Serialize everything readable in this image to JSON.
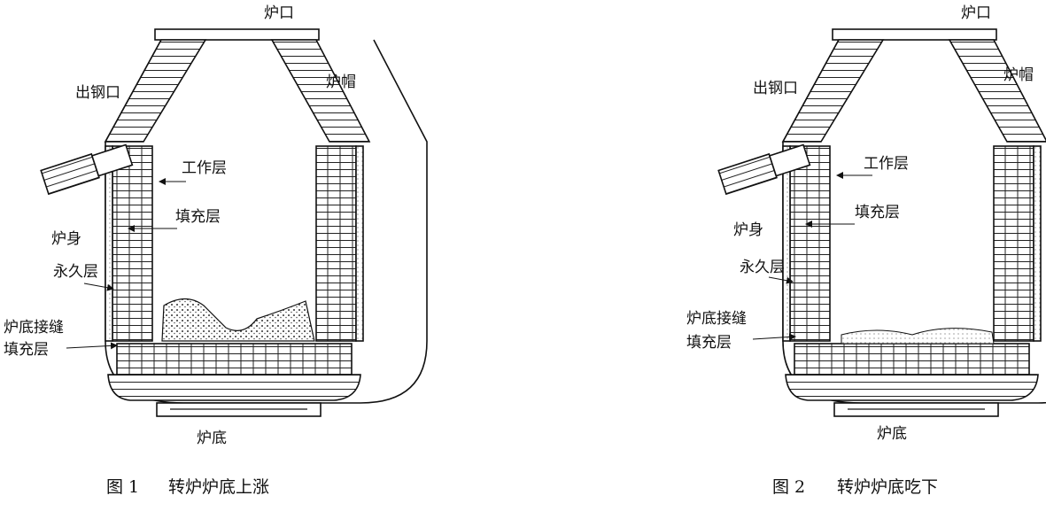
{
  "figures": [
    {
      "caption_number": "图 1",
      "caption_text": "转炉炉底上涨",
      "labels": {
        "mouth": "炉口",
        "cap": "炉帽",
        "taphole": "出钢口",
        "working_layer": "工作层",
        "filling_layer": "填充层",
        "body": "炉身",
        "permanent_layer": "永久层",
        "bottom_joint_line1": "炉底接缝",
        "bottom_joint_line2": "填充层",
        "bottom": "炉底"
      }
    },
    {
      "caption_number": "图 2",
      "caption_text": "转炉炉底吃下",
      "labels": {
        "mouth": "炉口",
        "cap": "炉帽",
        "taphole": "出钢口",
        "working_layer": "工作层",
        "filling_layer": "填充层",
        "body": "炉身",
        "permanent_layer": "永久层",
        "bottom_joint_line1": "炉底接缝",
        "bottom_joint_line2": "填充层",
        "bottom": "炉底"
      }
    }
  ]
}
